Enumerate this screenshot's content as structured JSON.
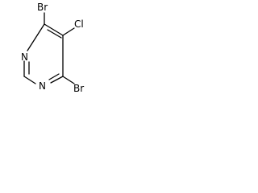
{
  "structure": {
    "atoms": {
      "br_top": "Br",
      "cl": "Cl",
      "n_upper": "N",
      "n_lower": "N",
      "br_bottom": "Br"
    },
    "colors": {
      "bond": "#000000",
      "label": "#000000",
      "background": "#ffffff"
    }
  }
}
